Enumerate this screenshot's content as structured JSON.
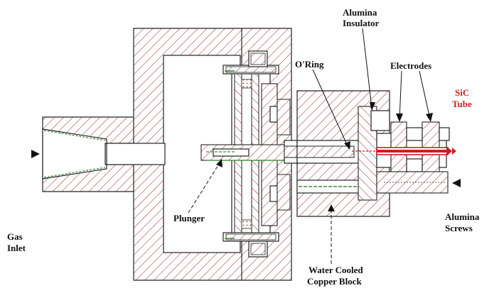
{
  "labels": {
    "alumina_insulator": [
      "Alumina",
      "Insulator"
    ],
    "o_ring": "O'Ring",
    "electrodes": "Electrodes",
    "sic_tube": [
      "SiC",
      "Tube"
    ],
    "gas_inlet": [
      "Gas",
      "Inlet"
    ],
    "plunger": "Plunger",
    "alumina_screws": [
      "Alumina",
      "Screws"
    ],
    "water_cooled_block": [
      "Water Cooled",
      "Copper Block"
    ]
  },
  "colors": {
    "hatch": "#a33a3a",
    "outline": "#222222",
    "sic_tube": "#cc1f1f",
    "seal_green": "#3c8a3c"
  }
}
